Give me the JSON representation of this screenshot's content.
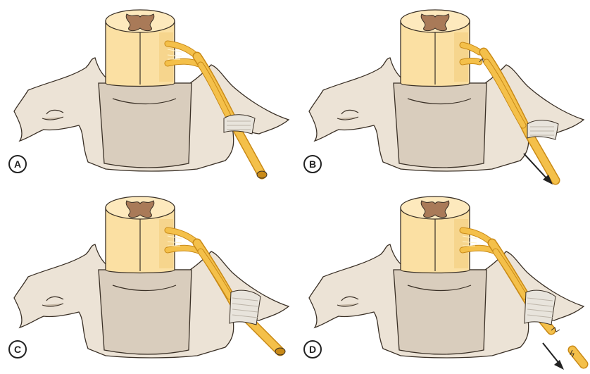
{
  "panels": [
    {
      "label": "A"
    },
    {
      "label": "B"
    },
    {
      "label": "C"
    },
    {
      "label": "D"
    }
  ],
  "colors": {
    "vertebra": "#ece3d6",
    "vertebra_shade": "#d9cdbd",
    "cord": "#fbe0a3",
    "cord_shade": "#f1c977",
    "grey_matter": "#a97a58",
    "nerve": "#f4c04a",
    "nerve_dark": "#c98a17",
    "ligament": "#e8e4dc",
    "outline": "#3a3026"
  }
}
